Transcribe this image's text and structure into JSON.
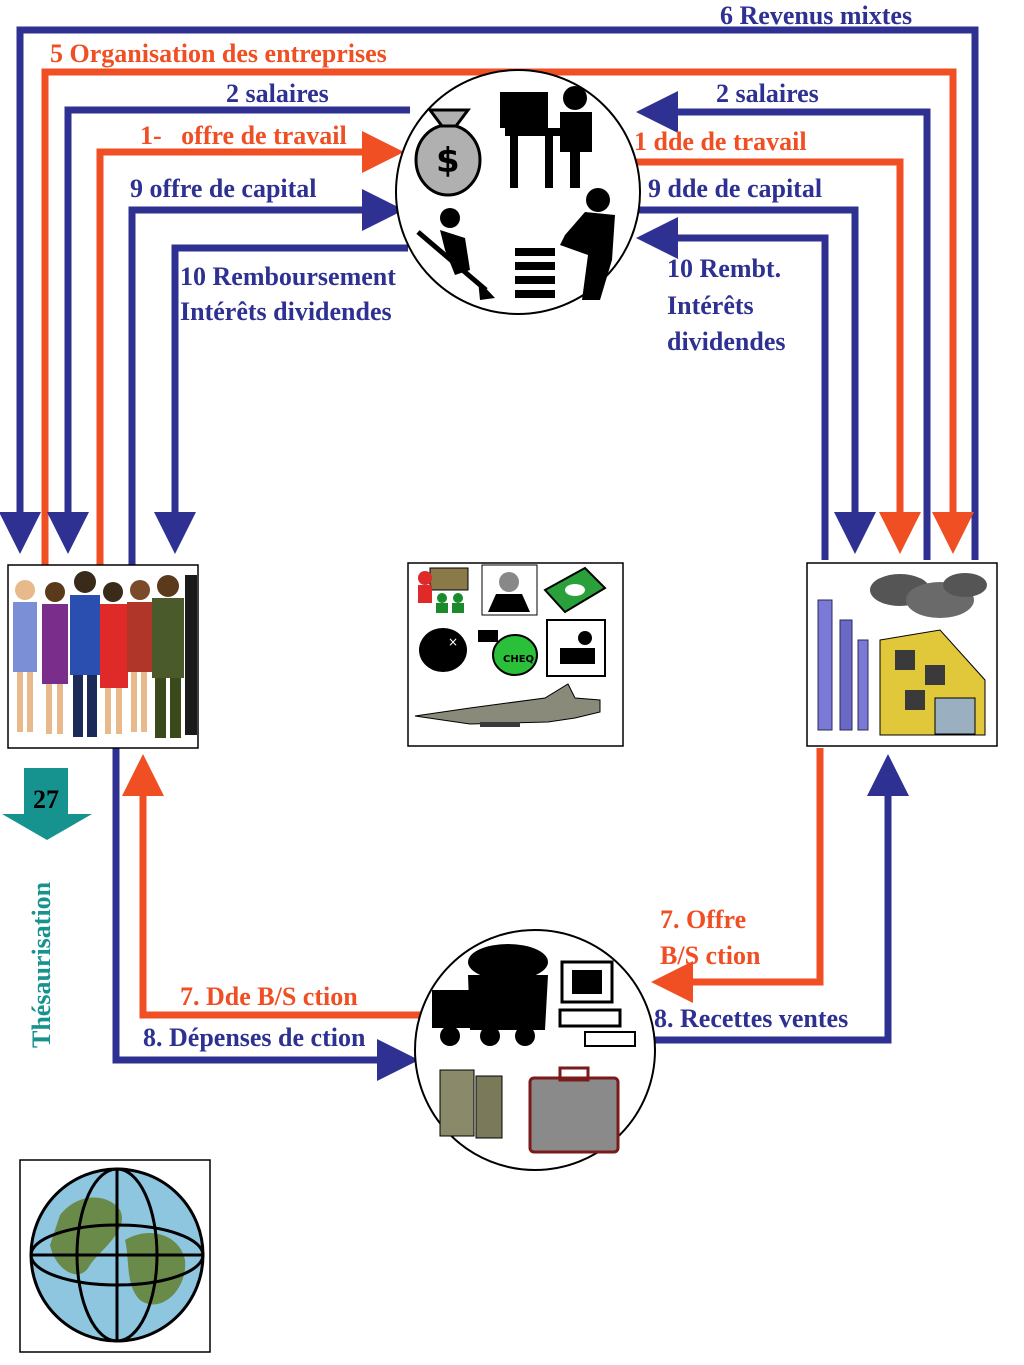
{
  "colors": {
    "blue": "#2e3192",
    "red": "#f04e23",
    "teal": "#17938f"
  },
  "labels": {
    "revenus_mixtes": "6 Revenus mixtes",
    "organisation": "5 Organisation des entreprises",
    "salaires_left": "2 salaires",
    "salaires_right": "2 salaires",
    "offre_travail": "1-   offre de travail",
    "dde_travail": "1 dde de travail",
    "offre_capital": "9 offre de capital",
    "dde_capital": "9 dde de capital",
    "remboursement_line1": "10 Remboursement",
    "remboursement_line2": "Intérêts dividendes",
    "rembt_line1": "10 Rembt.",
    "rembt_line2": "Intérêts",
    "rembt_line3": "dividendes",
    "offre_bs_line1": "7. Offre",
    "offre_bs_line2": "B/S ction",
    "dde_bs": "7. Dde B/S ction",
    "depenses": "8. Dépenses de ction",
    "recettes": "8. Recettes ventes",
    "thesaurisation": "Thésaurisation",
    "page_number": "27",
    "cheque_text": "CHEQ"
  },
  "nodes": {
    "factors_market": "labour-capital-market",
    "households": "households",
    "state": "state-administrations",
    "firms": "firms",
    "goods_market": "goods-services-market",
    "world": "rest-of-world"
  }
}
